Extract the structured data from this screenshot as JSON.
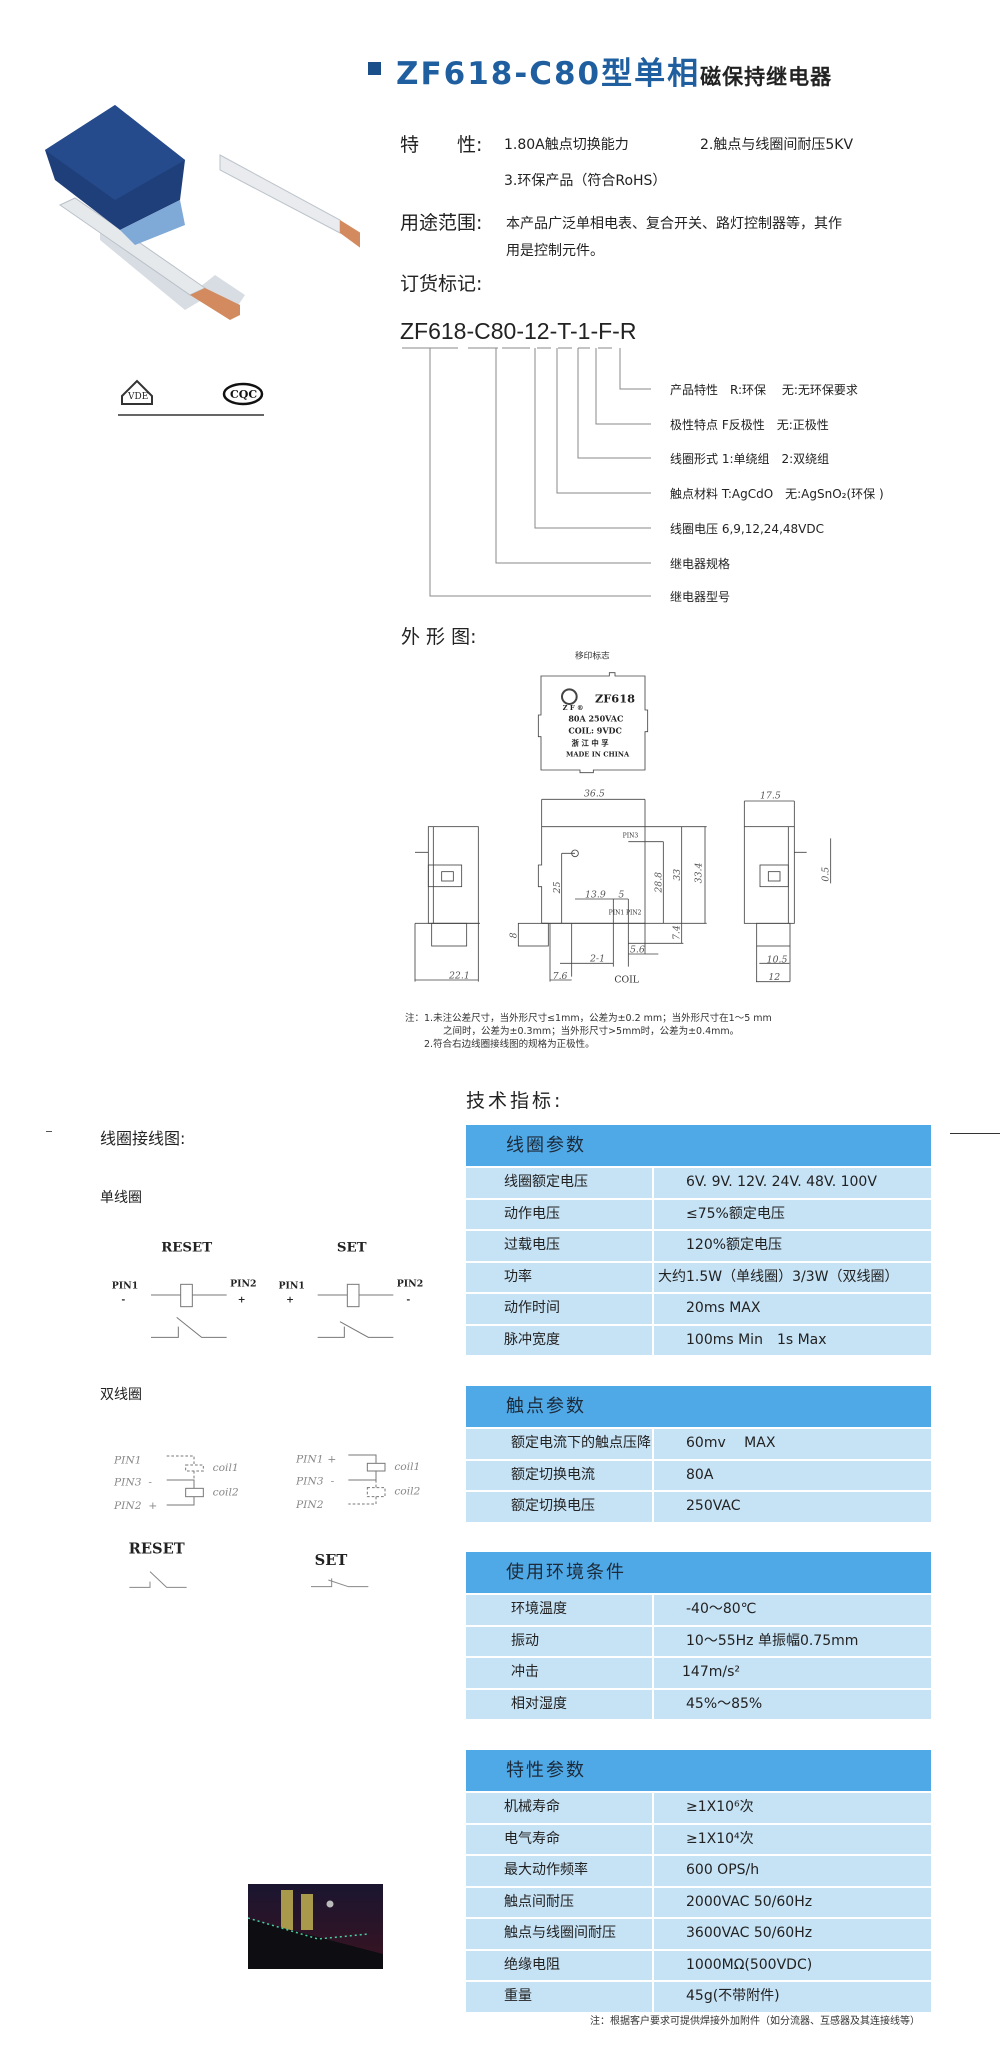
{
  "header": {
    "model": "ZF618-C80",
    "title_big": "型单相",
    "title_small": "磁保持继电器"
  },
  "certs": [
    "VDE",
    "CQC"
  ],
  "features": {
    "label": "特　　性:",
    "items": [
      "1.80A触点切换能力",
      "2.触点与线圈间耐压5KV",
      "3.环保产品（符合RoHS）"
    ]
  },
  "usage": {
    "label": "用途范围:",
    "lines": [
      "本产品广泛单相电表、复合开关、路灯控制器等，其作",
      "用是控制元件。"
    ]
  },
  "ordering": {
    "label": "订货标记:",
    "code": "ZF618-C80-12-T-1-F-R",
    "legend": [
      "产品特性　R:环保　 无:无环保要求",
      "极性特点  F反极性　无:正极性",
      "线圈形式  1:单绕组　2:双绕组",
      "触点材料  T:AgCdO　无:AgSnO₂(环保 )",
      "线圈电压  6,9,12,24,48VDC",
      "继电器规格",
      "继电器型号"
    ]
  },
  "outline": {
    "label": "外 形 图:",
    "print_mark": "移印标志",
    "mark_lines": [
      "ZF618",
      "Z F ®",
      "80A  250VAC",
      "COIL:  9VDC",
      "浙 江 中 孚",
      "MADE IN CHINA"
    ],
    "dims": [
      "36.5",
      "17.5",
      "33.4",
      "33",
      "28.8",
      "25",
      "13.9",
      "5",
      "0.5",
      "8",
      "7.4",
      "5.6",
      "2-1",
      "7.6",
      "22.1",
      "10.5",
      "12"
    ],
    "pins": [
      "PIN3",
      "PIN1",
      "PIN2",
      "COIL"
    ],
    "notes": [
      "注：1.未注公差尺寸，当外形尺寸≤1mm，公差为±0.2 mm；当外形尺寸在1～5 mm",
      "之间时，公差为±0.3mm；当外形尺寸>5mm时，公差为±0.4mm。",
      "2.符合右边线圈接线图的规格为正极性。"
    ]
  },
  "wiring": {
    "title": "线圈接线图:",
    "single": "单线圈",
    "double": "双线圈",
    "reset": "RESET",
    "set": "SET",
    "pin1": "PIN1",
    "pin2": "PIN2",
    "pin3": "PIN3",
    "minus": "-",
    "plus": "+",
    "coil1": "coil1",
    "coil2": "coil2"
  },
  "tech": {
    "title": "技术指标:",
    "tables": [
      {
        "title": "线圈参数",
        "rows": [
          [
            "线圈额定电压",
            "6V. 9V. 12V. 24V. 48V. 100V"
          ],
          [
            "动作电压",
            "≤75%额定电压"
          ],
          [
            "过载电压",
            "120%额定电压"
          ],
          [
            "功率",
            "大约1.5W（单线圈）3/3W（双线圈）"
          ],
          [
            "动作时间",
            "20ms MAX"
          ],
          [
            "脉冲宽度",
            "100ms Min　1s Max"
          ]
        ]
      },
      {
        "title": "触点参数",
        "rows": [
          [
            "额定电流下的触点压降",
            "60mv　 MAX"
          ],
          [
            "额定切换电流",
            "80A"
          ],
          [
            "额定切换电压",
            "250VAC"
          ]
        ]
      },
      {
        "title": "使用环境条件",
        "rows": [
          [
            "环境温度",
            "-40～80℃"
          ],
          [
            "振动",
            "10～55Hz 单振幅0.75mm"
          ],
          [
            "冲击",
            "147m/s²"
          ],
          [
            "相对湿度",
            "45%～85%"
          ]
        ]
      },
      {
        "title": "特性参数",
        "rows": [
          [
            "机械寿命",
            "≥1X10⁶次"
          ],
          [
            "电气寿命",
            "≥1X10⁴次"
          ],
          [
            "最大动作频率",
            "600 OPS/h"
          ],
          [
            "触点间耐压",
            "2000VAC 50/60Hz"
          ],
          [
            "触点与线圈间耐压",
            "3600VAC 50/60Hz"
          ],
          [
            "绝缘电阻",
            "1000MΩ(500VDC)"
          ],
          [
            "重量",
            "45g(不带附件)"
          ]
        ]
      }
    ],
    "footnote": "注：根据客户要求可提供焊接外加附件（如分流器、互感器及其连接线等）"
  },
  "colors": {
    "title": "#1f5fa0",
    "header": "#4fa9e6",
    "row": "#c6e2f5"
  }
}
